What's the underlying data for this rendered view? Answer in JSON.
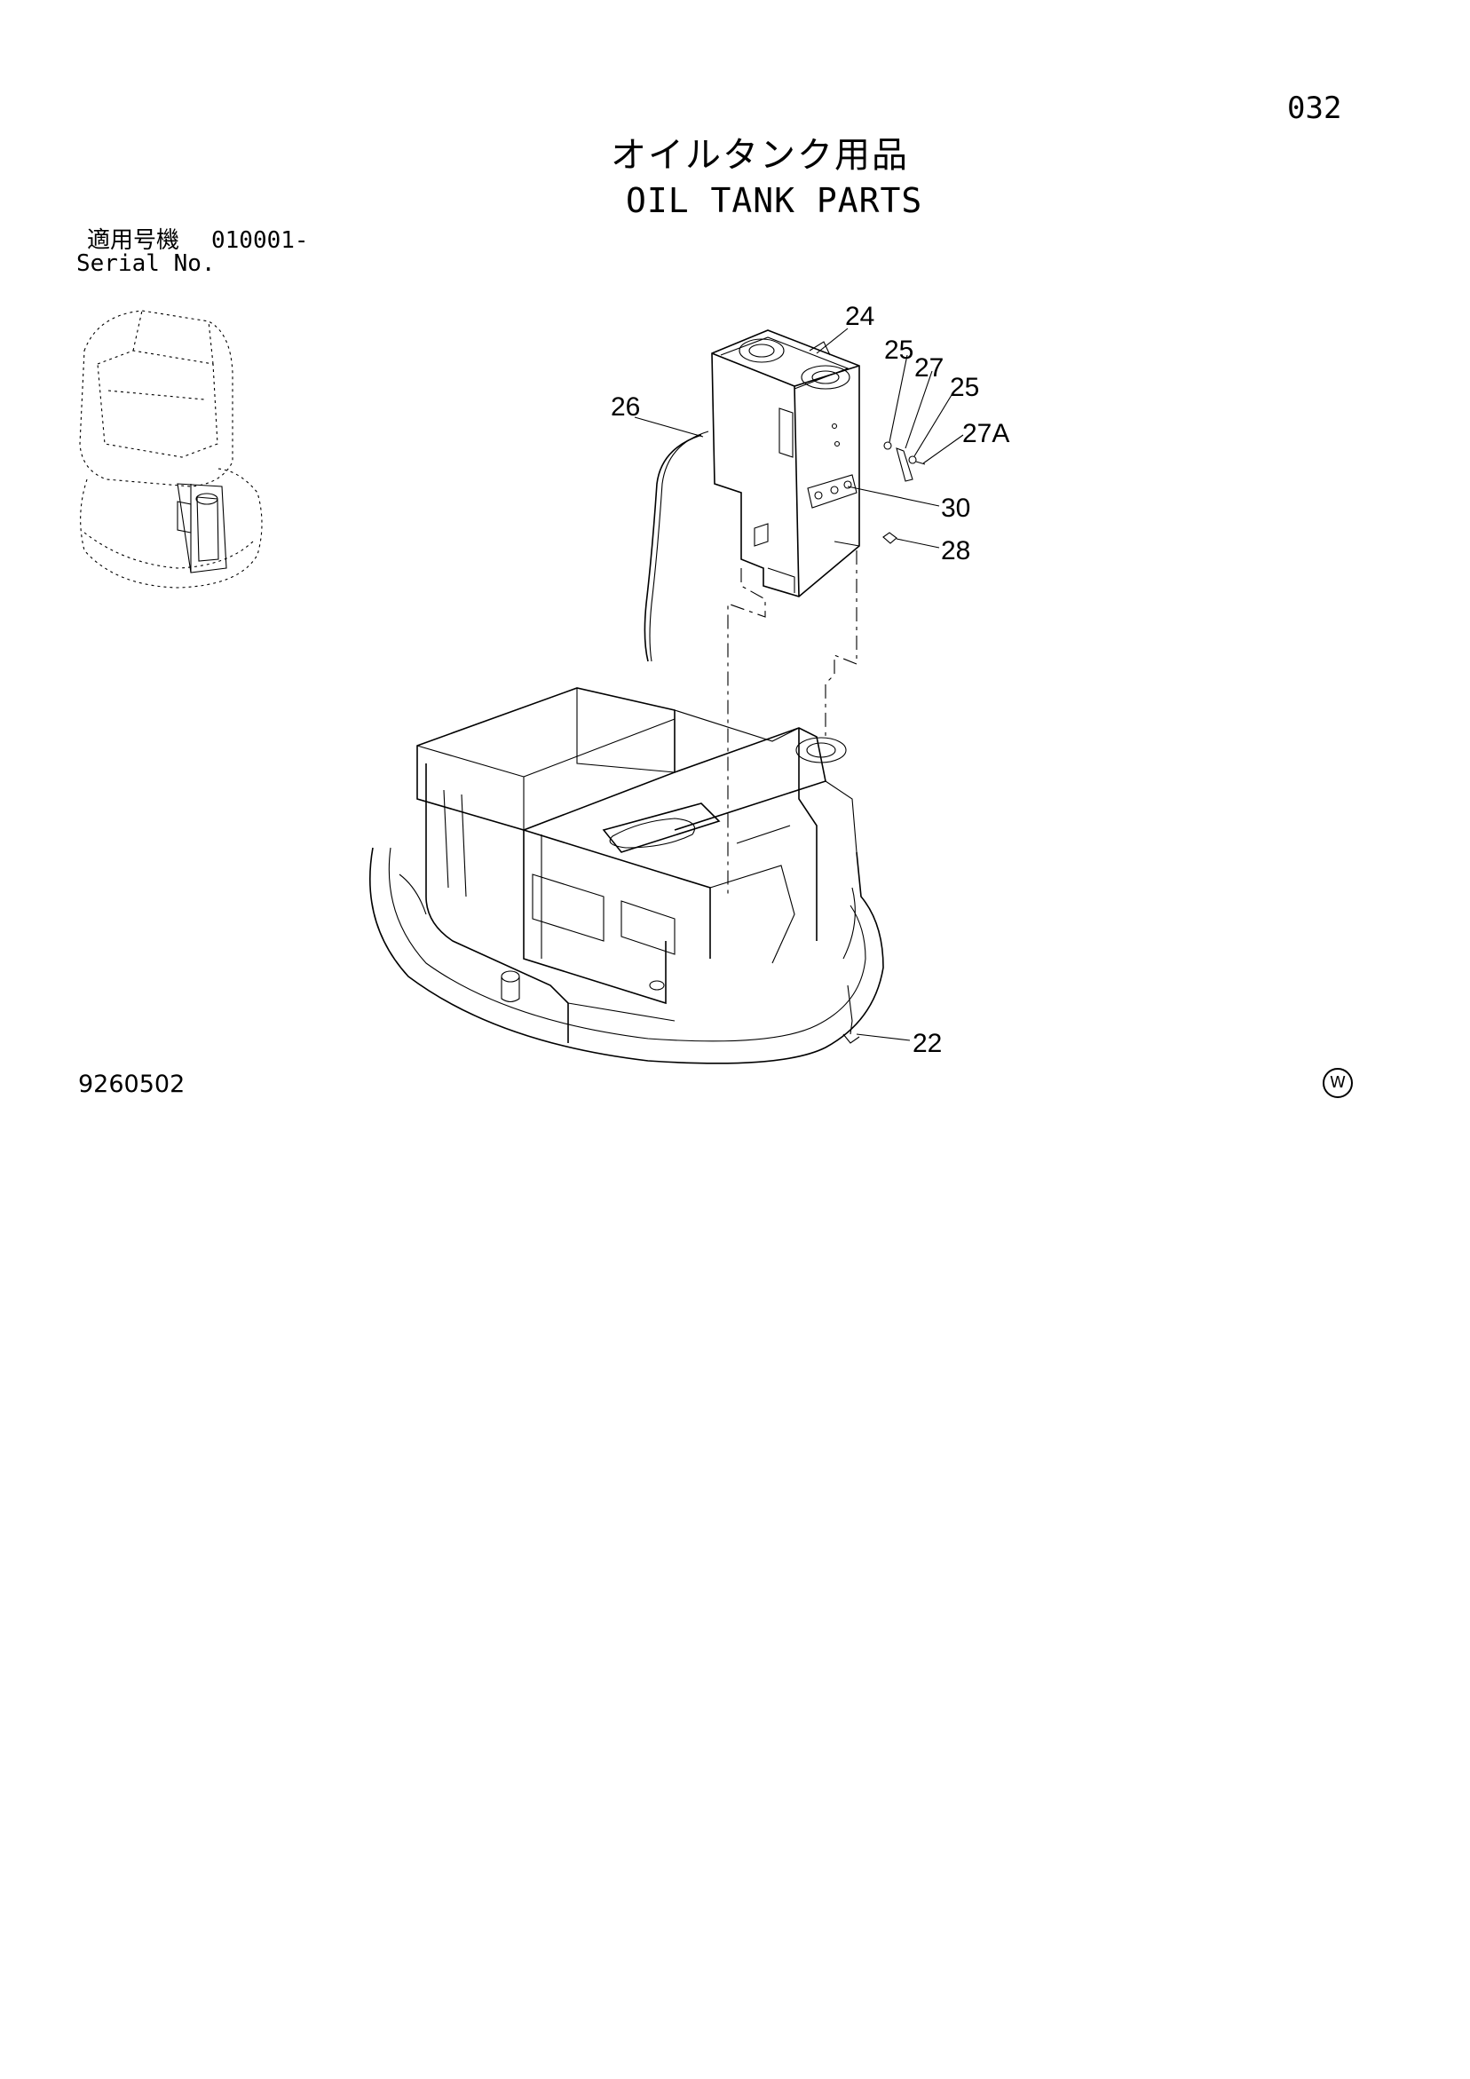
{
  "page": {
    "number": "032",
    "title_jp": "オイルタンク用品",
    "title_en": "OIL TANK PARTS",
    "serial_label_jp": "適用号機",
    "serial_value": "010001-",
    "serial_label_en": "Serial No.",
    "drawing_number": "9260502",
    "corner_mark": "W"
  },
  "callouts": [
    "24",
    "25",
    "27",
    "25",
    "27A",
    "26",
    "30",
    "28",
    "22"
  ],
  "icons": {
    "locator": "excavator-locator-thumbnail",
    "tank": "hydraulic-oil-tank",
    "frame": "upper-swing-frame"
  }
}
